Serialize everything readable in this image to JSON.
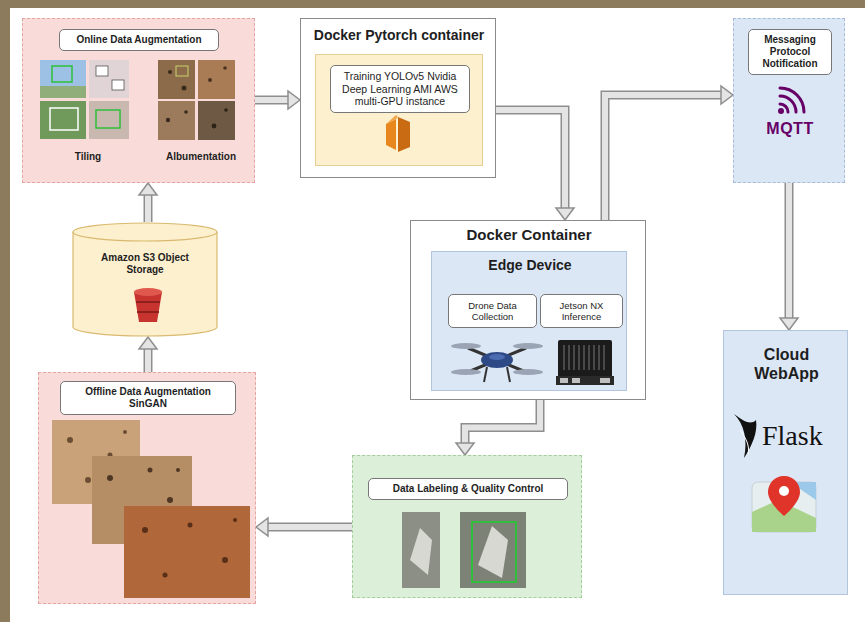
{
  "diagram": {
    "nodes": [
      {
        "text": [
          "Online Data Augmentation",
          "Tiling",
          "Albumentation"
        ]
      },
      {
        "text": [
          "Docker Pytorch container"
        ]
      },
      {
        "text": [
          "Training YOLOv5 Nvidia Deep Learning AMI AWS multi-GPU instance"
        ],
        "in": 1
      },
      {
        "text": [
          "Messaging Protocol Notification",
          "MQTT"
        ]
      },
      {
        "text": [
          "Docker Container"
        ]
      },
      {
        "text": [
          "Edge Device"
        ],
        "in": 4
      },
      {
        "text": [
          "Drone Data Collection"
        ],
        "in": 5
      },
      {
        "text": [
          "Jetson NX Inference"
        ],
        "in": 5
      },
      {
        "text": [
          "Amazon S3 Object Storage"
        ]
      },
      {
        "text": [
          "Offline Data Augmentation SinGAN"
        ]
      },
      {
        "text": [
          "Data Labeling & Quality Control"
        ]
      },
      {
        "text": [
          "Cloud WebApp",
          "Flask"
        ]
      }
    ],
    "edges": [
      {
        "from": 0,
        "to": 1,
        "arrow": "to"
      },
      {
        "from": 1,
        "to": 4,
        "arrow": "to"
      },
      {
        "from": 4,
        "to": 3,
        "arrow": "to"
      },
      {
        "from": 3,
        "to": 11,
        "arrow": "to"
      },
      {
        "from": 4,
        "to": 10,
        "arrow": "to"
      },
      {
        "from": 10,
        "to": 9,
        "arrow": "to"
      },
      {
        "from": 9,
        "to": 8,
        "arrow": "to"
      },
      {
        "from": 8,
        "to": 0,
        "arrow": "to"
      }
    ]
  }
}
